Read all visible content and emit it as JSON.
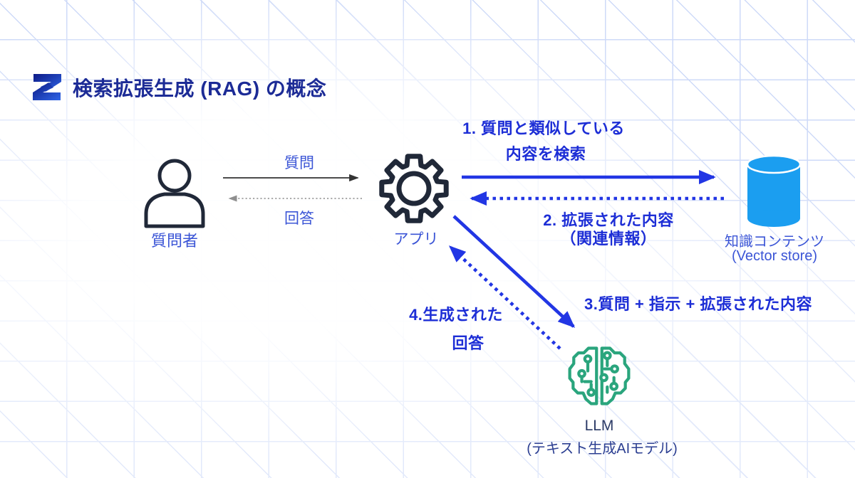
{
  "header": {
    "title": "検索拡張生成 (RAG) の概念",
    "logo": "s-logo"
  },
  "actors": {
    "questioner": {
      "label": "質問者",
      "icon": "person-icon"
    },
    "app": {
      "label": "アプリ",
      "icon": "gear-icon"
    },
    "knowledge": {
      "label": "知識コンテンツ",
      "sublabel": "(Vector store)",
      "icon": "database-cylinder-icon"
    },
    "llm": {
      "label": "LLM",
      "sublabel": "(テキスト生成AIモデル)",
      "icon": "ai-brain-icon"
    }
  },
  "flows": {
    "question": {
      "label": "質問",
      "style": "solid-thin-dark",
      "direction": "questioner-to-app"
    },
    "answer": {
      "label": "回答",
      "style": "dotted-thin-gray",
      "direction": "app-to-questioner"
    },
    "step1": {
      "label_line1": "1. 質問と類似している",
      "label_line2": "内容を検索",
      "style": "solid-blue",
      "direction": "app-to-knowledge"
    },
    "step2": {
      "label_line1": "2. 拡張された内容",
      "label_line2": "（関連情報）",
      "style": "dotted-blue",
      "direction": "knowledge-to-app"
    },
    "step3": {
      "label": "3.質問 + 指示 + 拡張された内容",
      "style": "solid-blue",
      "direction": "app-to-llm"
    },
    "step4": {
      "label_line1": "4.生成された",
      "label_line2": "回答",
      "style": "dotted-blue",
      "direction": "llm-to-app"
    }
  },
  "colors": {
    "title-navy": "#1c2b96",
    "label-blue": "#3b55d6",
    "step-blue": "#1d2ed6",
    "arrow-blue": "#2236e4",
    "icon-dark": "#202838",
    "thin-arrow-dark": "#333333",
    "thin-arrow-gray": "#8f8f8f",
    "cylinder-blue": "#1b9ef0",
    "brain-green": "#2aa57d",
    "llm-navy": "#2b3a66",
    "llm-sub-blue": "#2c3f92",
    "pattern-blue": "#c3d1f7",
    "logo-dark": "#0c1a86",
    "logo-light": "#3066e8"
  }
}
